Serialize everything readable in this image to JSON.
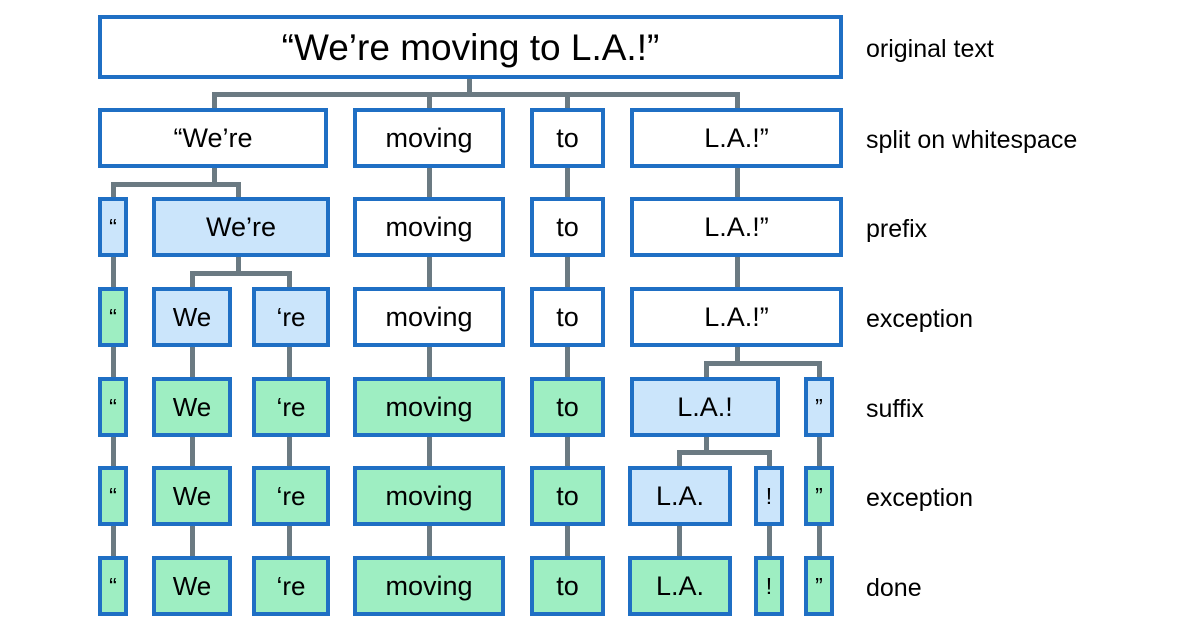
{
  "diagram": {
    "title_text": "“We’re moving to L.A.!”",
    "colors": {
      "border": "#1f6fc4",
      "fill_blue": "#cbe5fb",
      "fill_green": "#9eeec2",
      "fill_white": "#ffffff",
      "connector": "#6b7a82",
      "background": "#ffffff"
    },
    "row_labels": [
      "original text",
      "split on whitespace",
      "prefix",
      "exception",
      "suffix",
      "exception",
      "done"
    ],
    "rows": [
      {
        "label": "original text",
        "tokens": [
          {
            "text": "“We’re moving to L.A.!”",
            "state": "white"
          }
        ]
      },
      {
        "label": "split on whitespace",
        "tokens": [
          {
            "text": "“We’re",
            "state": "white"
          },
          {
            "text": "moving",
            "state": "white"
          },
          {
            "text": "to",
            "state": "white"
          },
          {
            "text": "L.A.!”",
            "state": "white"
          }
        ]
      },
      {
        "label": "prefix",
        "tokens": [
          {
            "text": "“",
            "state": "blue"
          },
          {
            "text": "We’re",
            "state": "blue"
          },
          {
            "text": "moving",
            "state": "white"
          },
          {
            "text": "to",
            "state": "white"
          },
          {
            "text": "L.A.!”",
            "state": "white"
          }
        ]
      },
      {
        "label": "exception",
        "tokens": [
          {
            "text": "“",
            "state": "green"
          },
          {
            "text": "We",
            "state": "blue"
          },
          {
            "text": "‘re",
            "state": "blue"
          },
          {
            "text": "moving",
            "state": "white"
          },
          {
            "text": "to",
            "state": "white"
          },
          {
            "text": "L.A.!”",
            "state": "white"
          }
        ]
      },
      {
        "label": "suffix",
        "tokens": [
          {
            "text": "“",
            "state": "green"
          },
          {
            "text": "We",
            "state": "green"
          },
          {
            "text": "‘re",
            "state": "green"
          },
          {
            "text": "moving",
            "state": "green"
          },
          {
            "text": "to",
            "state": "green"
          },
          {
            "text": "L.A.!",
            "state": "blue"
          },
          {
            "text": "”",
            "state": "blue"
          }
        ]
      },
      {
        "label": "exception",
        "tokens": [
          {
            "text": "“",
            "state": "green"
          },
          {
            "text": "We",
            "state": "green"
          },
          {
            "text": "‘re",
            "state": "green"
          },
          {
            "text": "moving",
            "state": "green"
          },
          {
            "text": "to",
            "state": "green"
          },
          {
            "text": "L.A.",
            "state": "blue"
          },
          {
            "text": "!",
            "state": "blue"
          },
          {
            "text": "”",
            "state": "green"
          }
        ]
      },
      {
        "label": "done",
        "tokens": [
          {
            "text": "“",
            "state": "green"
          },
          {
            "text": "We",
            "state": "green"
          },
          {
            "text": "‘re",
            "state": "green"
          },
          {
            "text": "moving",
            "state": "green"
          },
          {
            "text": "to",
            "state": "green"
          },
          {
            "text": "L.A.",
            "state": "green"
          },
          {
            "text": "!",
            "state": "green"
          },
          {
            "text": "”",
            "state": "green"
          }
        ]
      }
    ]
  }
}
